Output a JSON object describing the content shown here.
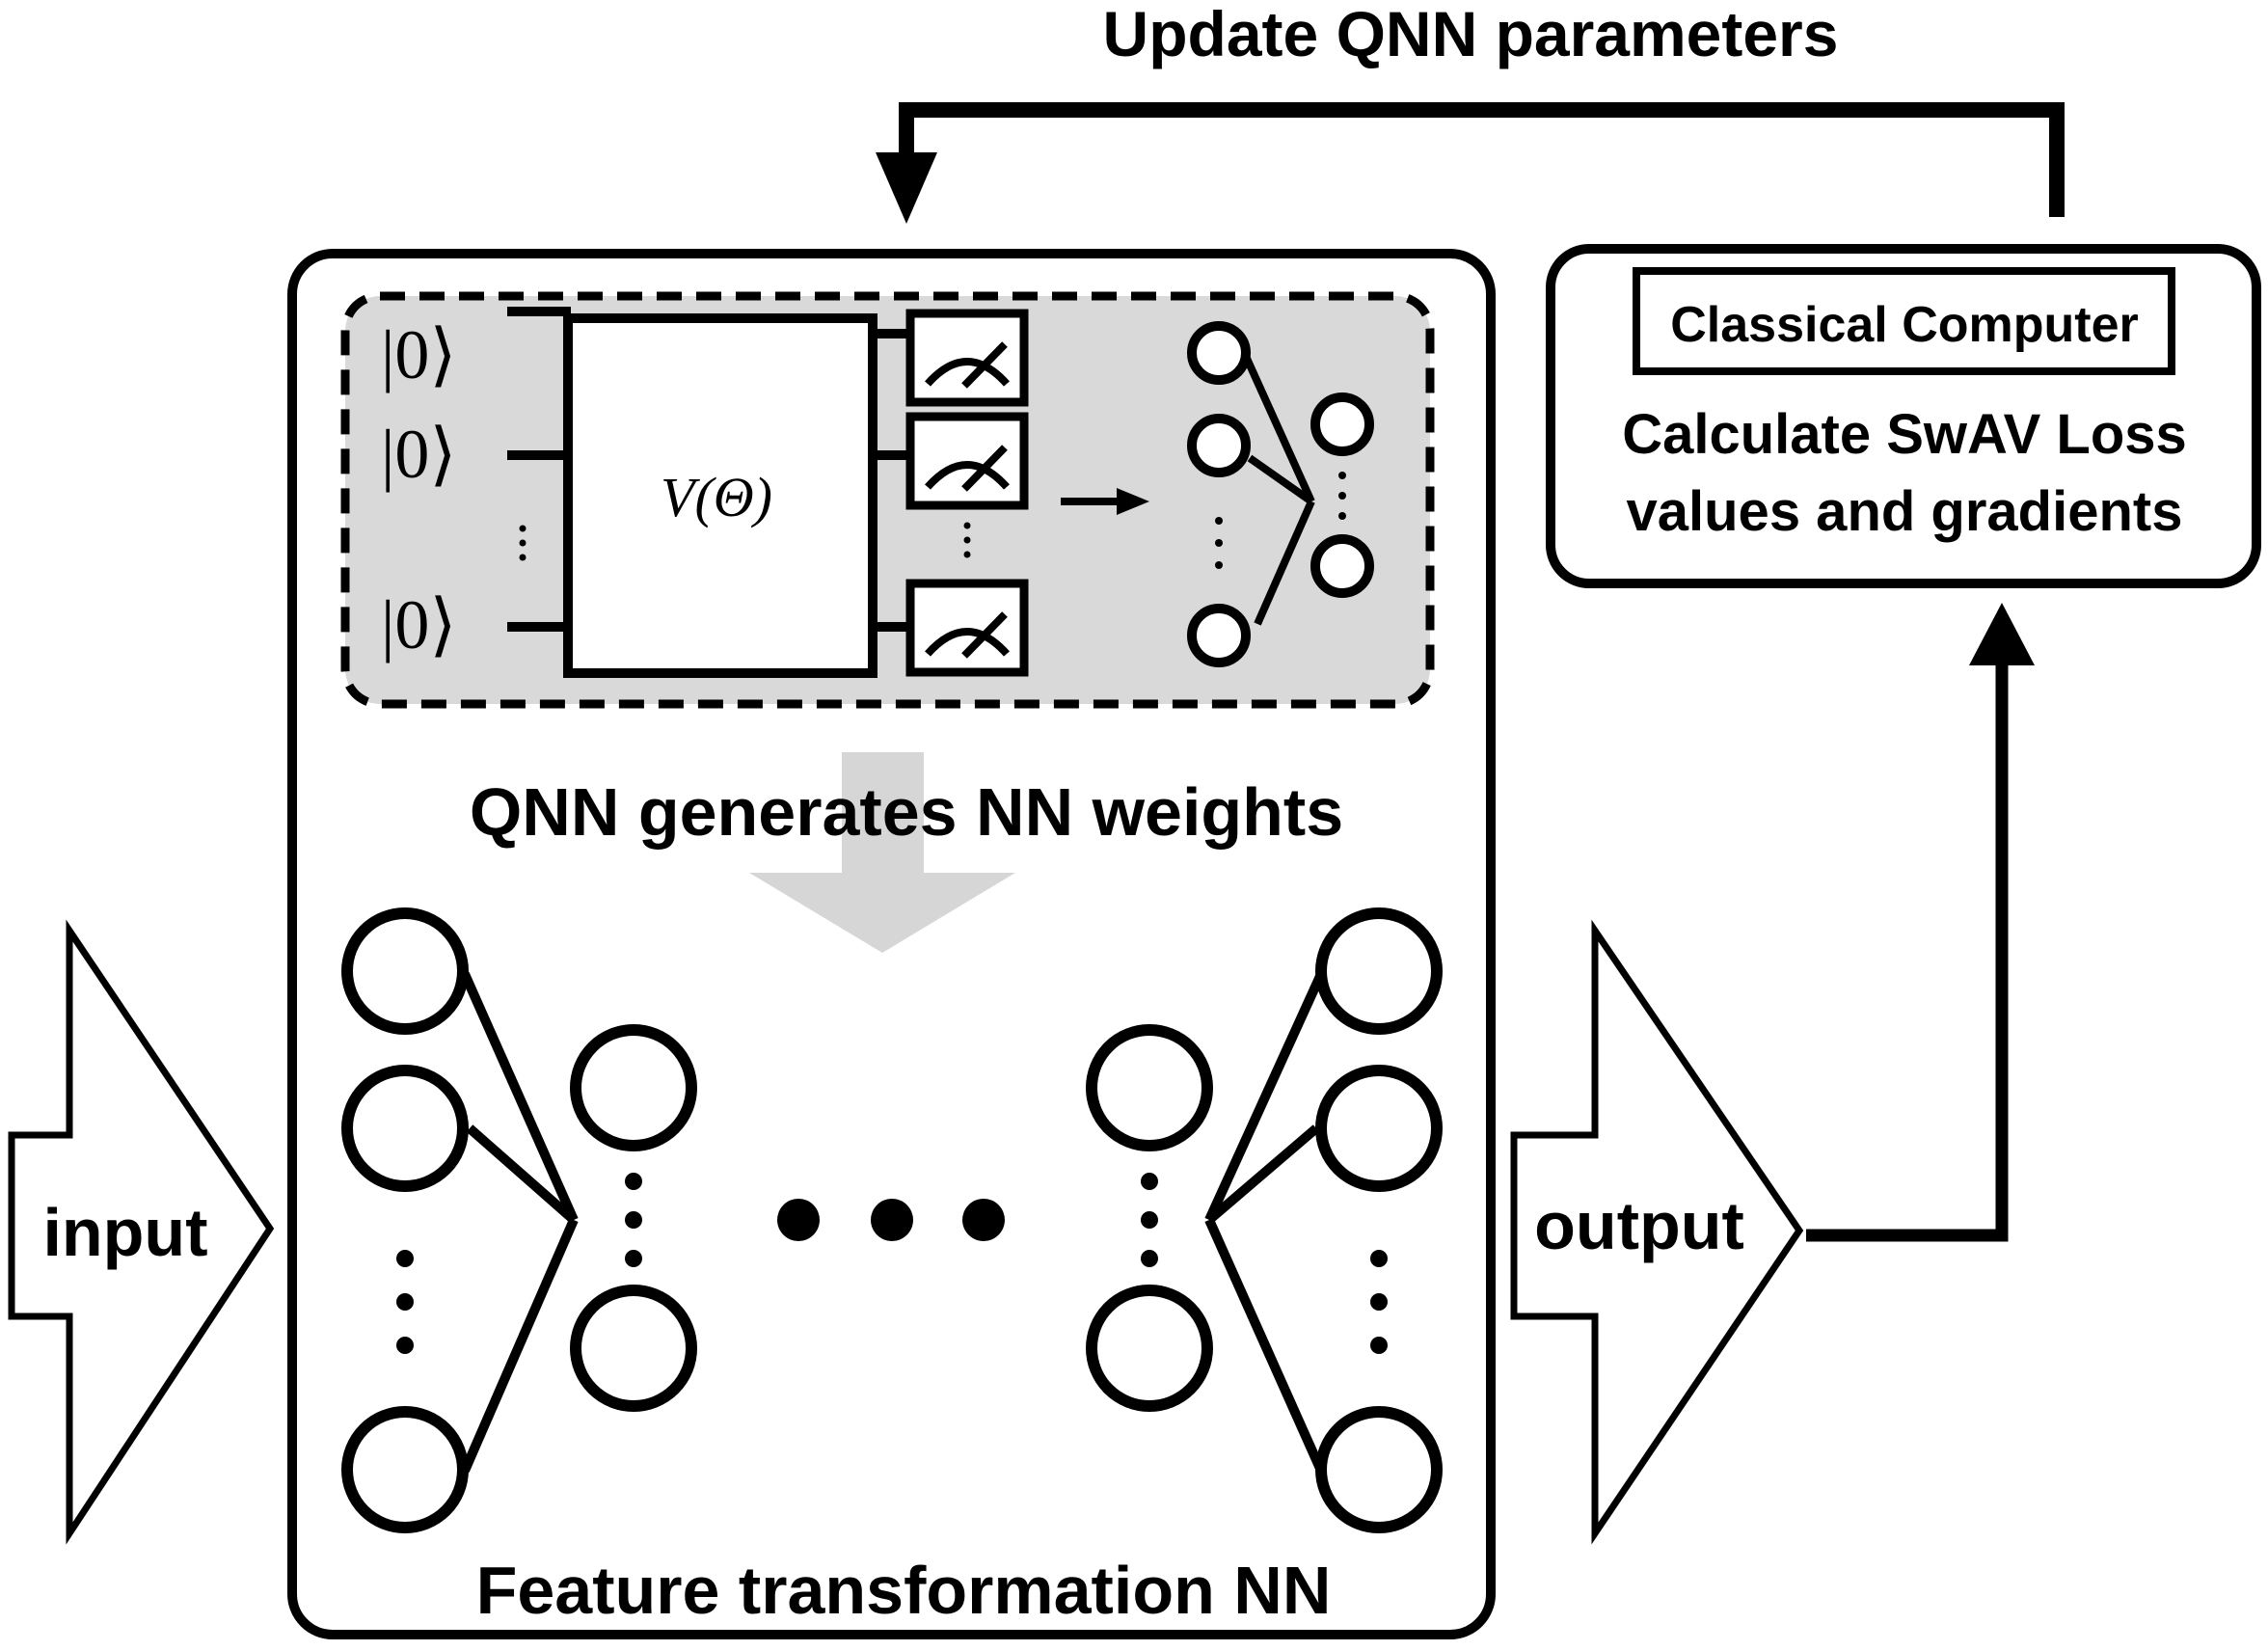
{
  "labels": {
    "update": "Update QNN parameters",
    "classical_title": "Classical Computer",
    "loss_line1": "Calculate SwAV Loss",
    "loss_line2": "values and gradients",
    "qnn_generates": "QNN generates NN weights",
    "feature_nn": "Feature transformation NN",
    "input": "input",
    "output": "output",
    "ket": "|0⟩",
    "operator": "V(Θ)"
  },
  "colors": {
    "stroke": "#000000",
    "qnn_panel": "#d9d9d9",
    "weights_arrow": "#d6d6d6",
    "background": "#ffffff"
  },
  "icons": [
    "measurement-meter-icon",
    "neuron-node-icon"
  ]
}
